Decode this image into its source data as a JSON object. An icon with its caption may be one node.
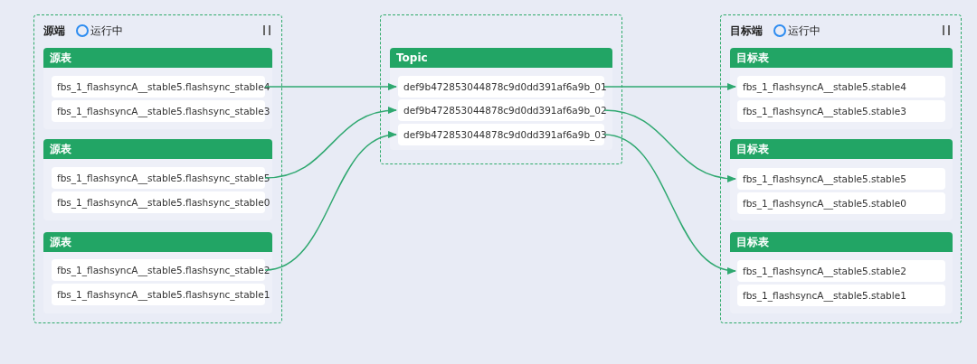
{
  "diagram": {
    "nodes": [
      {
        "text": [
          "源端",
          "运行中"
        ]
      },
      {
        "text": [
          "源表"
        ],
        "in": 0
      },
      {
        "text": [
          "fbs_1_flashsyncA__stable5.flashsync_stable4"
        ],
        "in": 1
      },
      {
        "text": [
          "fbs_1_flashsyncA__stable5.flashsync_stable3"
        ],
        "in": 1
      },
      {
        "text": [
          "源表"
        ],
        "in": 0
      },
      {
        "text": [
          "fbs_1_flashsyncA__stable5.flashsync_stable5"
        ],
        "in": 4
      },
      {
        "text": [
          "fbs_1_flashsyncA__stable5.flashsync_stable0"
        ],
        "in": 4
      },
      {
        "text": [
          "源表"
        ],
        "in": 0
      },
      {
        "text": [
          "fbs_1_flashsyncA__stable5.flashsync_stable2"
        ],
        "in": 7
      },
      {
        "text": [
          "fbs_1_flashsyncA__stable5.flashsync_stable1"
        ],
        "in": 7
      },
      {
        "text": [],
        "shape": "box"
      },
      {
        "text": [
          "Topic"
        ],
        "in": 10
      },
      {
        "text": [
          "def9b472853044878c9d0dd391af6a9b_01"
        ],
        "in": 11
      },
      {
        "text": [
          "def9b472853044878c9d0dd391af6a9b_02"
        ],
        "in": 11
      },
      {
        "text": [
          "def9b472853044878c9d0dd391af6a9b_03"
        ],
        "in": 11
      },
      {
        "text": [
          "目标端",
          "运行中"
        ]
      },
      {
        "text": [
          "目标表"
        ],
        "in": 15
      },
      {
        "text": [
          "fbs_1_flashsyncA__stable5.stable4"
        ],
        "in": 16
      },
      {
        "text": [
          "fbs_1_flashsyncA__stable5.stable3"
        ],
        "in": 16
      },
      {
        "text": [
          "目标表"
        ],
        "in": 15
      },
      {
        "text": [
          "fbs_1_flashsyncA__stable5.stable5"
        ],
        "in": 19
      },
      {
        "text": [
          "fbs_1_flashsyncA__stable5.stable0"
        ],
        "in": 19
      },
      {
        "text": [
          "目标表"
        ],
        "in": 15
      },
      {
        "text": [
          "fbs_1_flashsyncA__stable5.stable2"
        ],
        "in": 22
      },
      {
        "text": [
          "fbs_1_flashsyncA__stable5.stable1"
        ],
        "in": 22
      }
    ],
    "edges": [
      {
        "from": 2,
        "to": 12,
        "arrow": "to"
      },
      {
        "from": 5,
        "to": 13,
        "arrow": "to"
      },
      {
        "from": 8,
        "to": 14,
        "arrow": "to"
      },
      {
        "from": 12,
        "to": 17,
        "arrow": "to"
      },
      {
        "from": 13,
        "to": 20,
        "arrow": "to"
      },
      {
        "from": 14,
        "to": 23,
        "arrow": "to"
      }
    ]
  }
}
